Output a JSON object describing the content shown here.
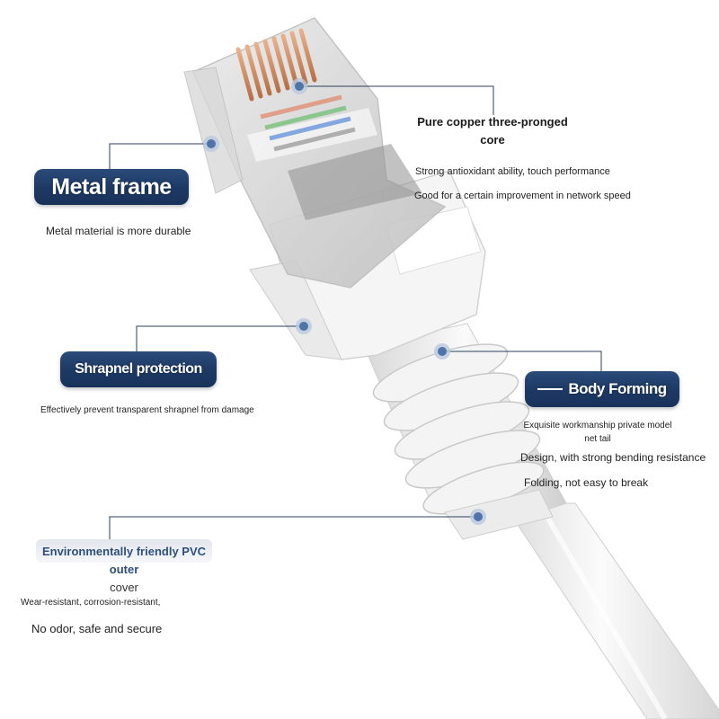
{
  "colors": {
    "tag_bg": "#1d3963",
    "leader_line": "#2b3f5c",
    "callout_dot": "#5b7fae",
    "cable_white": "#f1f1f1",
    "copper": "#d08a5e"
  },
  "callouts": {
    "metal_frame": {
      "title": "Metal frame",
      "desc": "Metal material is more durable"
    },
    "copper_core": {
      "title_line1": "Pure copper three-pronged",
      "title_line2": "core",
      "desc_line1": "Strong antioxidant ability, touch performance",
      "desc_line2": "Good for a certain improvement in network speed"
    },
    "shrapnel": {
      "title": "Shrapnel protection",
      "desc": "Effectively prevent transparent shrapnel from damage"
    },
    "body_forming": {
      "title": "Body Forming",
      "desc_line1": "Exquisite workmanship private model",
      "desc_line2": "net tail",
      "desc_line3": "Design, with strong bending resistance",
      "desc_line4": "Folding, not easy to break"
    },
    "pvc_cover": {
      "title_line1": "Environmentally friendly PVC outer",
      "title_line2": "cover",
      "desc_line1": "Wear-resistant, corrosion-resistant,",
      "desc_line2": "No odor, safe and secure"
    }
  }
}
